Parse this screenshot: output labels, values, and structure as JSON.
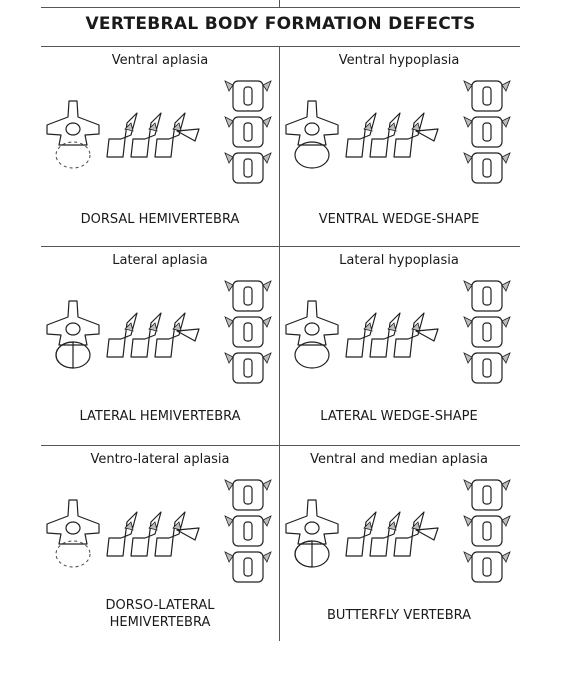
{
  "title": "VERTEBRAL BODY FORMATION DEFECTS",
  "cells": [
    {
      "subtitle": "Ventral aplasia",
      "caption": "DORSAL HEMIVERTEBRA",
      "caption2": ""
    },
    {
      "subtitle": "Ventral hypoplasia",
      "caption": "VENTRAL WEDGE-SHAPE",
      "caption2": ""
    },
    {
      "subtitle": "Lateral aplasia",
      "caption": "LATERAL HEMIVERTEBRA",
      "caption2": ""
    },
    {
      "subtitle": "Lateral hypoplasia",
      "caption": "LATERAL WEDGE-SHAPE",
      "caption2": ""
    },
    {
      "subtitle": "Ventro-lateral aplasia",
      "caption": "DORSO-LATERAL",
      "caption2": "HEMIVERTEBRA"
    },
    {
      "subtitle": "Ventral and median aplasia",
      "caption": "BUTTERFLY VERTEBRA",
      "caption2": ""
    }
  ]
}
